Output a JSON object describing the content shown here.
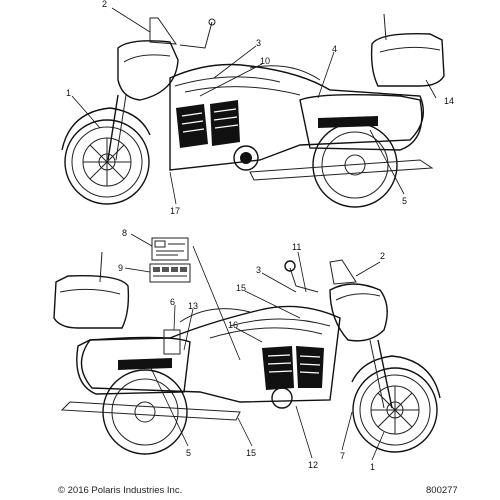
{
  "callouts": {
    "top": [
      "2",
      "3",
      "10",
      "4",
      "1",
      "14",
      "5",
      "17"
    ],
    "bottom": [
      "8",
      "9",
      "11",
      "2",
      "3",
      "15",
      "6",
      "13",
      "16",
      "5",
      "15",
      "12",
      "7",
      "1"
    ]
  },
  "footer": {
    "copyright": "© 2016 Polaris Industries Inc.",
    "part_number": "800277"
  }
}
